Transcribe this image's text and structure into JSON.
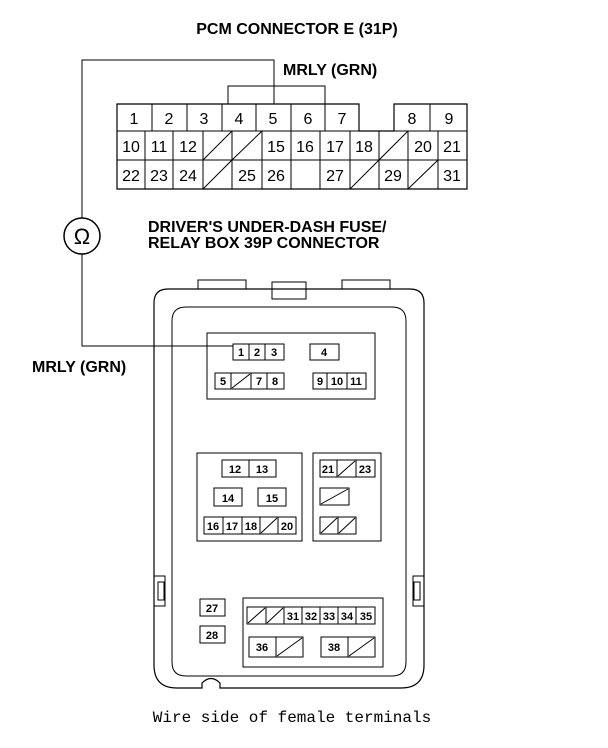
{
  "pcm": {
    "title": "PCM CONNECTOR E (31P)",
    "wire_label": "MRLY (GRN)",
    "pins": [
      "1",
      "2",
      "3",
      "4",
      "5",
      "6",
      "7",
      "8",
      "9",
      "10",
      "11",
      "12",
      "15",
      "16",
      "17",
      "18",
      "20",
      "21",
      "22",
      "23",
      "24",
      "25",
      "26",
      "27",
      "29",
      "31"
    ]
  },
  "meter": {
    "symbol": "Ω",
    "icon": "ohmmeter-icon"
  },
  "fusebox": {
    "title_line1": "DRIVER'S UNDER-DASH FUSE/",
    "title_line2": "RELAY BOX 39P CONNECTOR",
    "wire_label": "MRLY (GRN)",
    "pins": [
      "1",
      "2",
      "3",
      "4",
      "5",
      "7",
      "8",
      "9",
      "10",
      "11",
      "12",
      "13",
      "14",
      "15",
      "16",
      "17",
      "18",
      "20",
      "21",
      "23",
      "27",
      "28",
      "31",
      "32",
      "33",
      "34",
      "35",
      "36",
      "38"
    ]
  },
  "caption": "Wire side of female terminals"
}
